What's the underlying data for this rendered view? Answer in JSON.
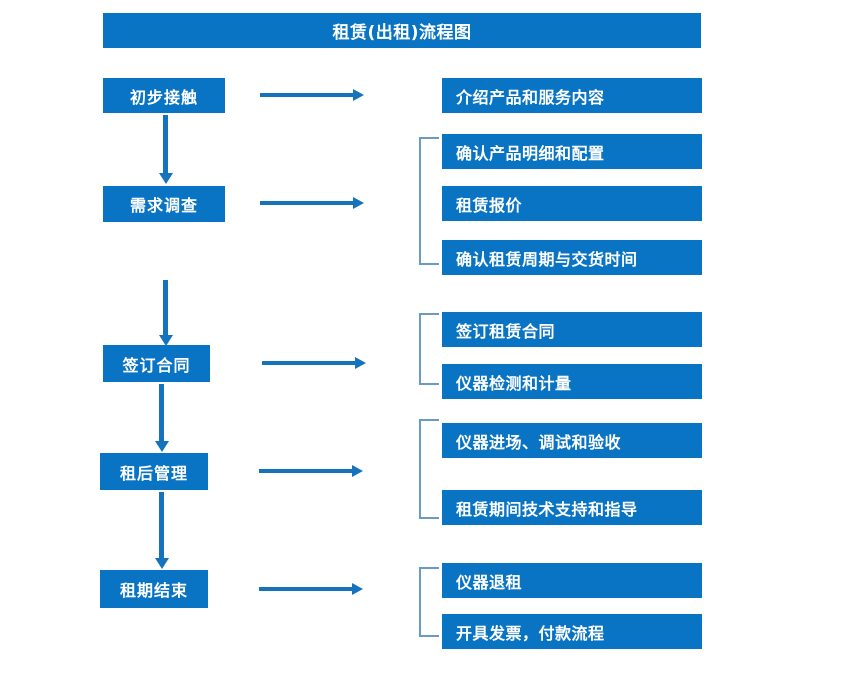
{
  "diagram": {
    "title": "租赁(出租)流程图",
    "accent_color": "#0a74c4",
    "arrow_color": "#1573bd",
    "bracket_color": "#6b9bc4",
    "text_color": "#ffffff",
    "background_color": "#ffffff"
  },
  "stages": [
    {
      "label": "初步接触"
    },
    {
      "label": "需求调查"
    },
    {
      "label": "签订合同"
    },
    {
      "label": "租后管理"
    },
    {
      "label": "租期结束"
    }
  ],
  "details": [
    {
      "label": "介绍产品和服务内容"
    },
    {
      "label": "确认产品明细和配置"
    },
    {
      "label": "租赁报价"
    },
    {
      "label": "确认租赁周期与交货时间"
    },
    {
      "label": "签订租赁合同"
    },
    {
      "label": "仪器检测和计量"
    },
    {
      "label": "仪器进场、调试和验收"
    },
    {
      "label": "租赁期间技术支持和指导"
    },
    {
      "label": "仪器退租"
    },
    {
      "label": "开具发票，付款流程"
    }
  ],
  "connectors": {
    "horizontal_arrow_count": 5,
    "vertical_arrow_count": 4,
    "bracket_count": 4
  }
}
